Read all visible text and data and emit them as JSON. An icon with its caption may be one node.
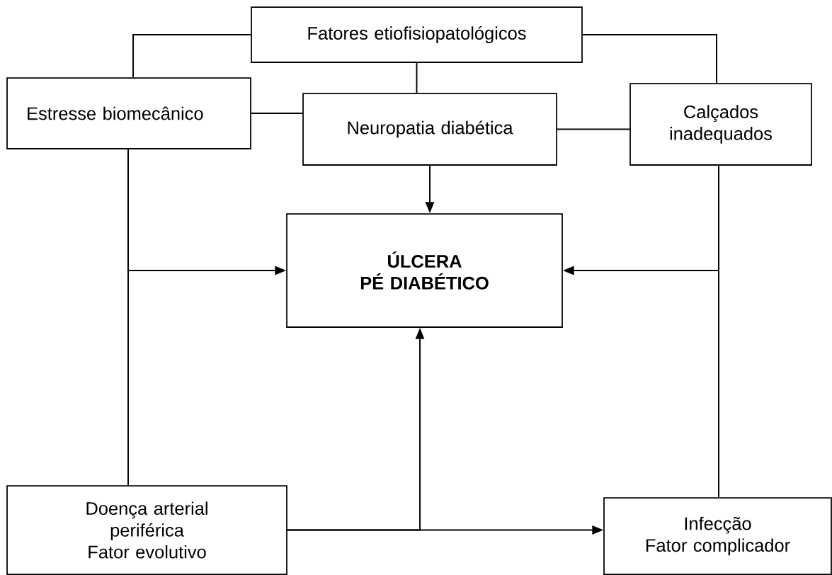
{
  "diagram": {
    "nodes": [
      {
        "text": [
          "Fatores etiofisiopatológicos"
        ]
      },
      {
        "text": [
          "Estresse biomecânico"
        ]
      },
      {
        "text": [
          "Neuropatia diabética"
        ]
      },
      {
        "text": [
          "Calçados inadequados"
        ]
      },
      {
        "text": [
          "ÚLCERA",
          "PÉ DIABÉTICO"
        ]
      },
      {
        "text": [
          "Doença arterial periférica",
          "Fator evolutivo"
        ]
      },
      {
        "text": [
          "Infecção",
          "Fator complicador"
        ]
      }
    ],
    "edges": [
      {
        "from": 0,
        "to": 1,
        "arrow": "none"
      },
      {
        "from": 0,
        "to": 3,
        "arrow": "none"
      },
      {
        "from": 0,
        "to": 2,
        "arrow": "none"
      },
      {
        "from": 1,
        "to": 2,
        "arrow": "none"
      },
      {
        "from": 2,
        "to": 3,
        "arrow": "none"
      },
      {
        "from": 2,
        "to": 4,
        "arrow": "to"
      },
      {
        "from": 1,
        "to": 4,
        "arrow": "to"
      },
      {
        "from": 1,
        "to": 5,
        "arrow": "none"
      },
      {
        "from": 3,
        "to": 4,
        "arrow": "to"
      },
      {
        "from": 3,
        "to": 6,
        "arrow": "none"
      },
      {
        "from": 5,
        "to": 6,
        "arrow": "to"
      },
      {
        "from": 5,
        "to": 4,
        "arrow": "to"
      }
    ]
  }
}
